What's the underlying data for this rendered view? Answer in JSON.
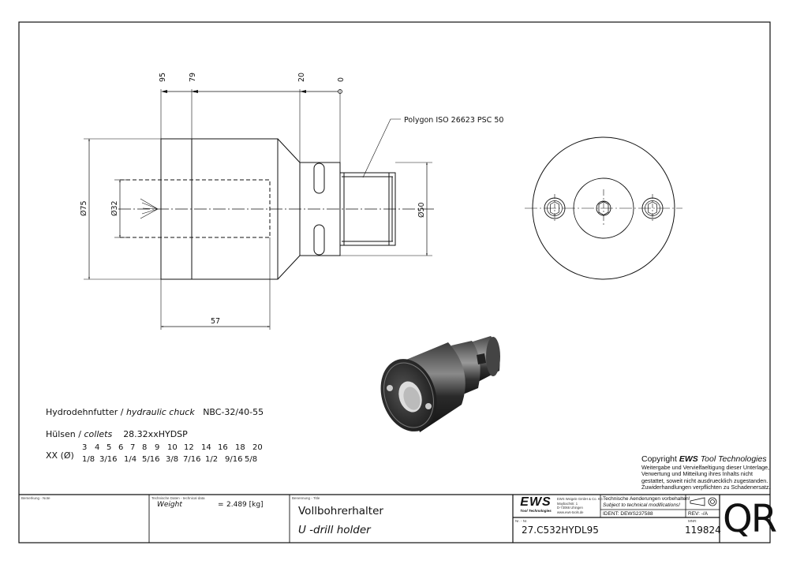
{
  "drawing": {
    "dim_95": "95",
    "dim_79": "79",
    "dim_20": "20",
    "dim_0": "0",
    "dim_d75": "Ø75",
    "dim_d32": "Ø32",
    "dim_d50": "Ø50",
    "dim_57": "57",
    "polygon_label": "Polygon ISO 26623 PSC 50"
  },
  "notes": {
    "chuck_de": "Hydrodehnfutter /",
    "chuck_en": "hydraulic chuck",
    "chuck_code": "NBC-32/40-55",
    "collets_de": "Hülsen /",
    "collets_en": "collets",
    "collets_code": "28.32xxHYDSP",
    "xx_label": "XX (Ø)",
    "metric_sizes": [
      "3",
      "4",
      "5",
      "6",
      "7",
      "8",
      "9",
      "10",
      "12",
      "14",
      "16",
      "18",
      "20"
    ],
    "inch_sizes": [
      "1/8",
      "3/16",
      "1/4",
      "5/16",
      "3/8",
      "7/16",
      "1/2",
      "9/16",
      "5/8"
    ]
  },
  "copyright": {
    "prefix": "Copyright",
    "brand": "EWS",
    "brand_suffix": "Tool Technologies",
    "lines": [
      "Weitergabe und Vervielfaeltigung dieser Unterlage,",
      "Verwertung und Mitteilung ihres Inhalts nicht",
      "gestattet, soweit nicht ausdruecklich zugestanden.",
      "Zuwiderhandlungen verpflichten zu Schadenersatz."
    ]
  },
  "title_block": {
    "remark_label": "Bemerkung - Note",
    "tech_label": "Technische Daten - technical data",
    "weight_label": "Weight",
    "weight_eq": "=",
    "weight_value": "2.489 [kg]",
    "name_label": "Benennung - Title",
    "title_de": "Vollbohrerhalter",
    "title_en": "U -drill holder",
    "logo_text": "EWS",
    "logo_sub": "Tool Technologies",
    "company_lines": [
      "EWS Weigele GmbH & Co. KG",
      "Maybachstr. 1",
      "D-73066 Uhingen",
      "www.ews-tools.de"
    ],
    "change_de": "Technische Aenderungen vorbehalten!",
    "change_en": "Subject to technical modifications!",
    "ident_label": "IDENT:",
    "ident_value": "DEWS237588",
    "rev_label": "REV:",
    "rev_value": "-/A",
    "nr_label": "Nr. - Nr.",
    "part_number": "27.C532HYDL95",
    "mnr_label": "MNR:",
    "mnr_value": "119824",
    "qr": "QR"
  }
}
